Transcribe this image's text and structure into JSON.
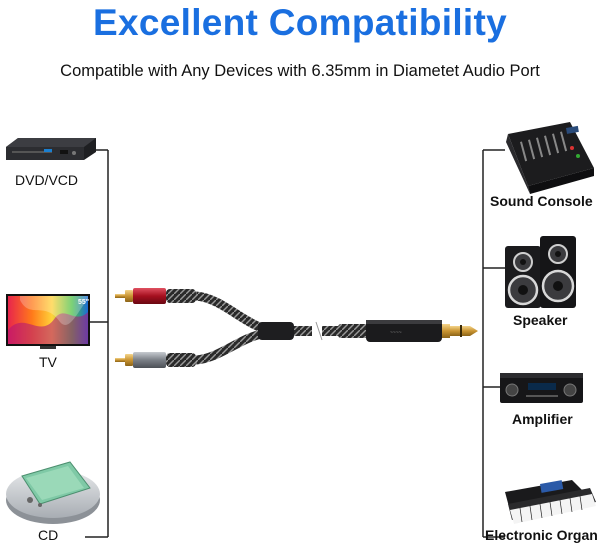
{
  "header": {
    "title": "Excellent Compatibility",
    "subtitle": "Compatible with Any Devices with 6.35mm in Diametet Audio Port"
  },
  "left_devices": [
    {
      "label": "DVD/VCD",
      "icon": "dvd-player-icon"
    },
    {
      "label": "TV",
      "icon": "tv-icon"
    },
    {
      "label": "CD",
      "icon": "cd-player-icon"
    }
  ],
  "right_devices": [
    {
      "label": "Sound Console",
      "icon": "mixer-console-icon"
    },
    {
      "label": "Speaker",
      "icon": "speaker-icon"
    },
    {
      "label": "Amplifier",
      "icon": "amplifier-icon"
    },
    {
      "label": "Electronic Organ",
      "icon": "keyboard-icon"
    }
  ],
  "tv": {
    "size_badge": "55\""
  },
  "colors": {
    "title_blue": "#1a6fe0",
    "rca_red": "#c0182c",
    "rca_gray": "#8a8f95",
    "gold": "#d7a642",
    "cable_braid": "#3a3a3a"
  }
}
